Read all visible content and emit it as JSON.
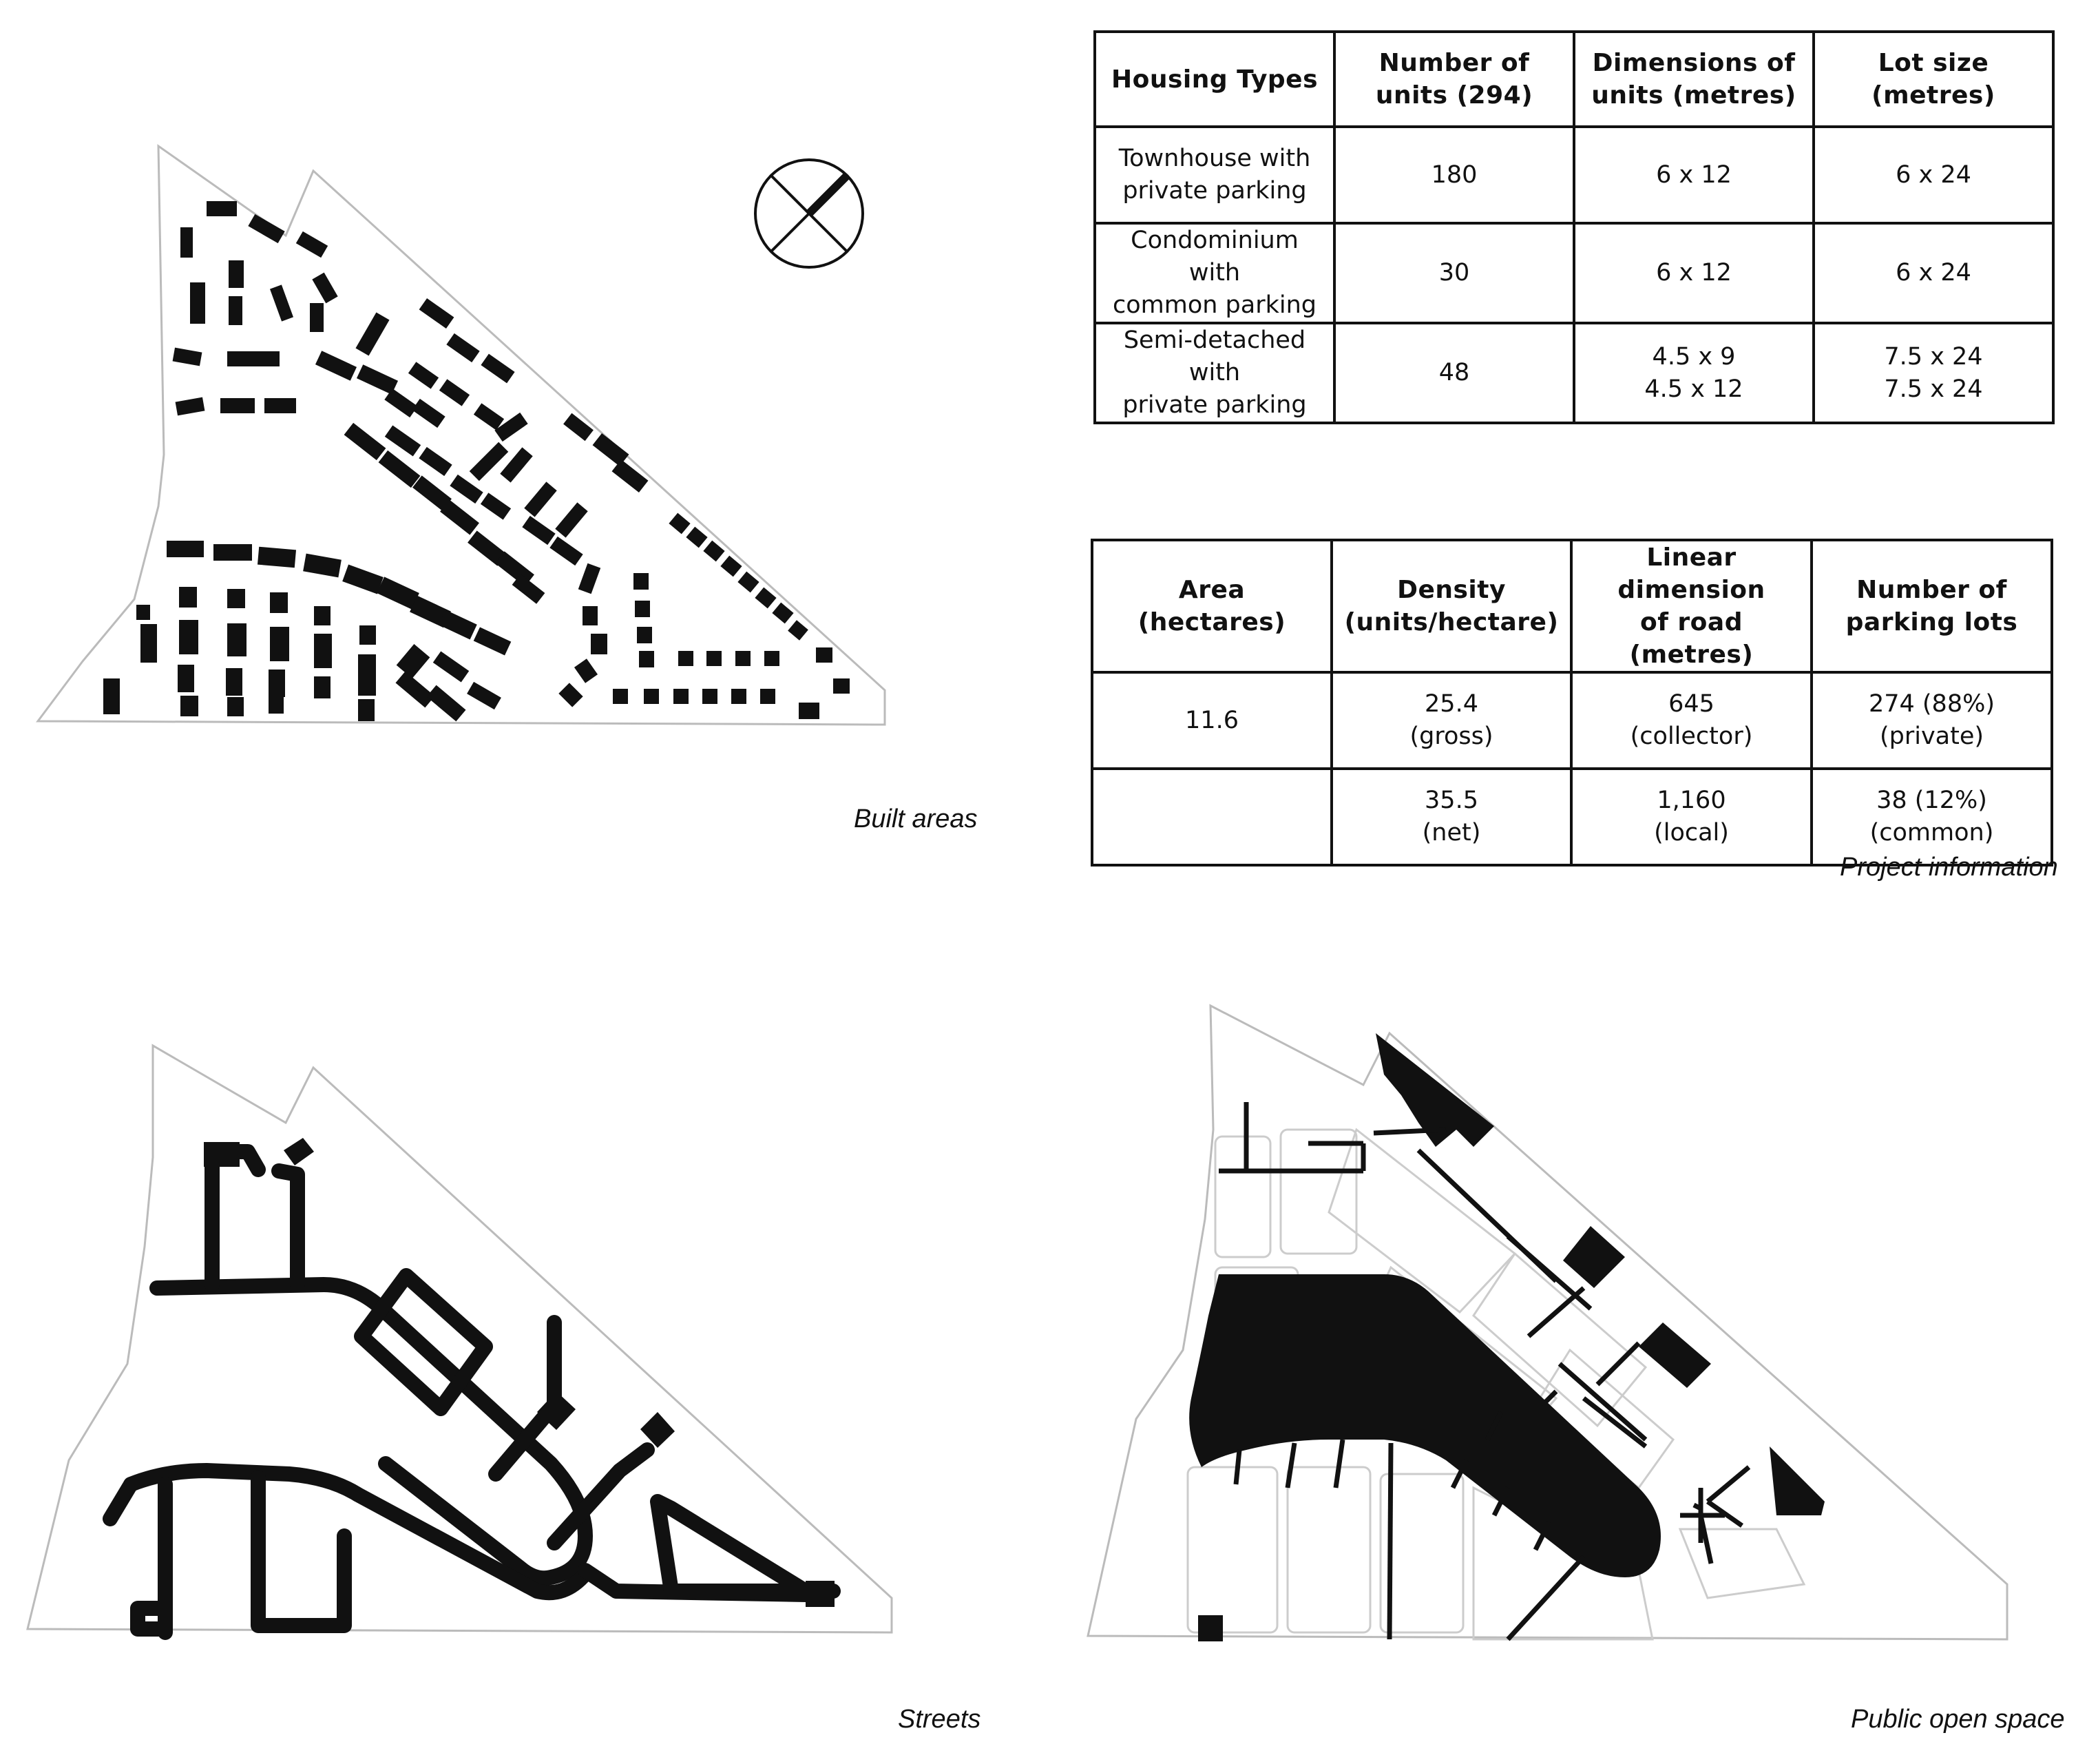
{
  "captions": {
    "built_areas": "Built areas",
    "project_information": "Project information",
    "streets": "Streets",
    "public_open_space": "Public open space"
  },
  "housing_table": {
    "headers": [
      [
        "Housing Types"
      ],
      [
        "Number of",
        "units (294)"
      ],
      [
        "Dimensions of",
        "units (metres)"
      ],
      [
        "Lot size",
        "(metres)"
      ]
    ],
    "rows": [
      [
        [
          "Townhouse with",
          "private parking"
        ],
        [
          "180"
        ],
        [
          "6 x 12"
        ],
        [
          "6 x 24"
        ]
      ],
      [
        [
          "Condominium with",
          "common parking"
        ],
        [
          "30"
        ],
        [
          "6 x 12"
        ],
        [
          "6 x 24"
        ]
      ],
      [
        [
          "Semi-detached with",
          "private parking"
        ],
        [
          "48"
        ],
        [
          "4.5 x 9",
          "4.5 x 12"
        ],
        [
          "7.5 x 24",
          "7.5 x 24"
        ]
      ]
    ]
  },
  "project_table": {
    "headers": [
      [
        "Area",
        "(hectares)"
      ],
      [
        "Density",
        "(units/hectare)"
      ],
      [
        "Linear dimension",
        "of road (metres)"
      ],
      [
        "Number of",
        "parking lots"
      ]
    ],
    "rows": [
      [
        [
          "11.6"
        ],
        [
          "25.4",
          "(gross)"
        ],
        [
          "645",
          "(collector)"
        ],
        [
          "274 (88%)",
          "(private)"
        ]
      ],
      [
        [
          ""
        ],
        [
          "35.5",
          "(net)"
        ],
        [
          "1,160",
          "(local)"
        ],
        [
          "38 (12%)",
          "(common)"
        ]
      ]
    ]
  },
  "colors": {
    "ink": "#111111",
    "site_outline": "#bbbbbb",
    "road_outline": "#cccccc",
    "background": "#ffffff"
  },
  "icons": {
    "north_arrow": "north-arrow-icon"
  }
}
